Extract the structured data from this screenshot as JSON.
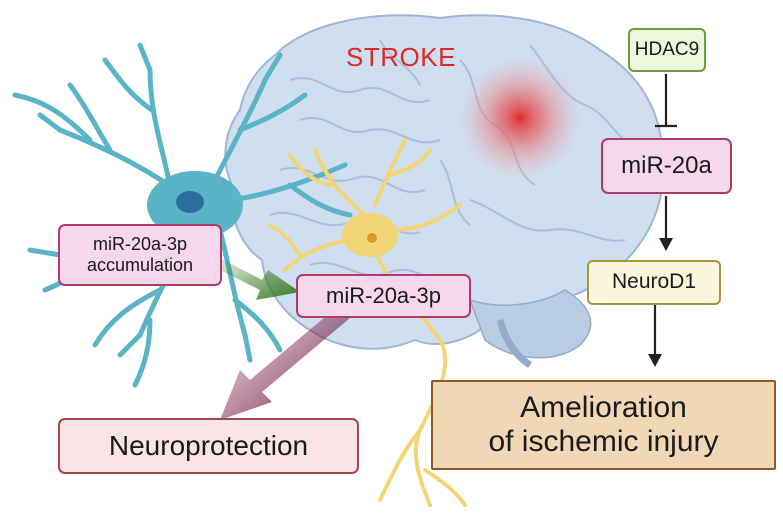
{
  "title": "STROKE",
  "boxes": {
    "hdac9": "HDAC9",
    "mir20a": "miR-20a",
    "neurod1": "NeuroD1",
    "amelioration_line1": "Amelioration",
    "amelioration_line2": "of ischemic injury",
    "accumulation_line1": "miR-20a-3p",
    "accumulation_line2": "accumulation",
    "mir20a3p": "miR-20a-3p",
    "neuroprotection": "Neuroprotection"
  },
  "colors": {
    "stroke_text": "#e2262a",
    "brain": "#cfdff0",
    "astrocyte": "#5ab3c7",
    "neuron": "#f2d675",
    "green_arrow": "#3b7a22",
    "maroon_arrow": "#7a1f4a"
  }
}
